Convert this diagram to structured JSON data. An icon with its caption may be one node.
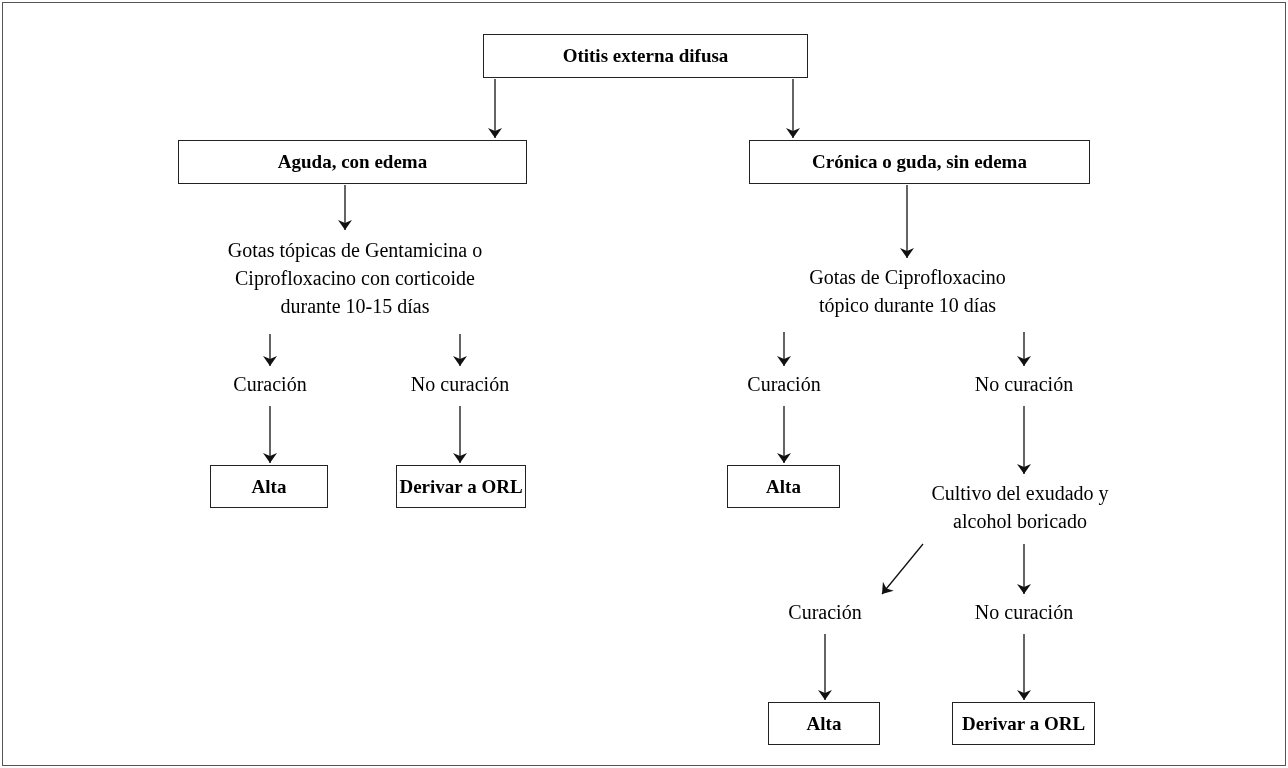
{
  "diagram": {
    "nodes": [
      {
        "text": [
          "Otitis externa difusa"
        ]
      },
      {
        "text": [
          "Aguda, con edema"
        ]
      },
      {
        "text": [
          "Crónica o guda, sin edema"
        ]
      },
      {
        "text": [
          "Gotas tópicas de Gentamicina o Ciprofloxacino con corticoide durante 10-15 días"
        ]
      },
      {
        "text": [
          "Gotas de Ciprofloxacino tópico durante 10 días"
        ]
      },
      {
        "text": [
          "Curación"
        ]
      },
      {
        "text": [
          "No curación"
        ]
      },
      {
        "text": [
          "Alta"
        ]
      },
      {
        "text": [
          "Derivar a ORL"
        ]
      },
      {
        "text": [
          "Curación"
        ]
      },
      {
        "text": [
          "No curación"
        ]
      },
      {
        "text": [
          "Alta"
        ]
      },
      {
        "text": [
          "Cultivo del exudado y alcohol boricado"
        ]
      },
      {
        "text": [
          "Curación"
        ]
      },
      {
        "text": [
          "No curación"
        ]
      },
      {
        "text": [
          "Alta"
        ]
      },
      {
        "text": [
          "Derivar a ORL"
        ]
      }
    ],
    "edges": [
      {
        "from": 0,
        "to": 1,
        "arrow": "to"
      },
      {
        "from": 0,
        "to": 2,
        "arrow": "to"
      },
      {
        "from": 1,
        "to": 3,
        "arrow": "to"
      },
      {
        "from": 2,
        "to": 4,
        "arrow": "to"
      },
      {
        "from": 3,
        "to": 5,
        "arrow": "to"
      },
      {
        "from": 3,
        "to": 6,
        "arrow": "to"
      },
      {
        "from": 5,
        "to": 7,
        "arrow": "to"
      },
      {
        "from": 6,
        "to": 8,
        "arrow": "to"
      },
      {
        "from": 4,
        "to": 9,
        "arrow": "to"
      },
      {
        "from": 4,
        "to": 10,
        "arrow": "to"
      },
      {
        "from": 9,
        "to": 11,
        "arrow": "to"
      },
      {
        "from": 10,
        "to": 12,
        "arrow": "to"
      },
      {
        "from": 12,
        "to": 13,
        "arrow": "to"
      },
      {
        "from": 12,
        "to": 14,
        "arrow": "to"
      },
      {
        "from": 13,
        "to": 15,
        "arrow": "to"
      },
      {
        "from": 14,
        "to": 16,
        "arrow": "to"
      }
    ]
  }
}
